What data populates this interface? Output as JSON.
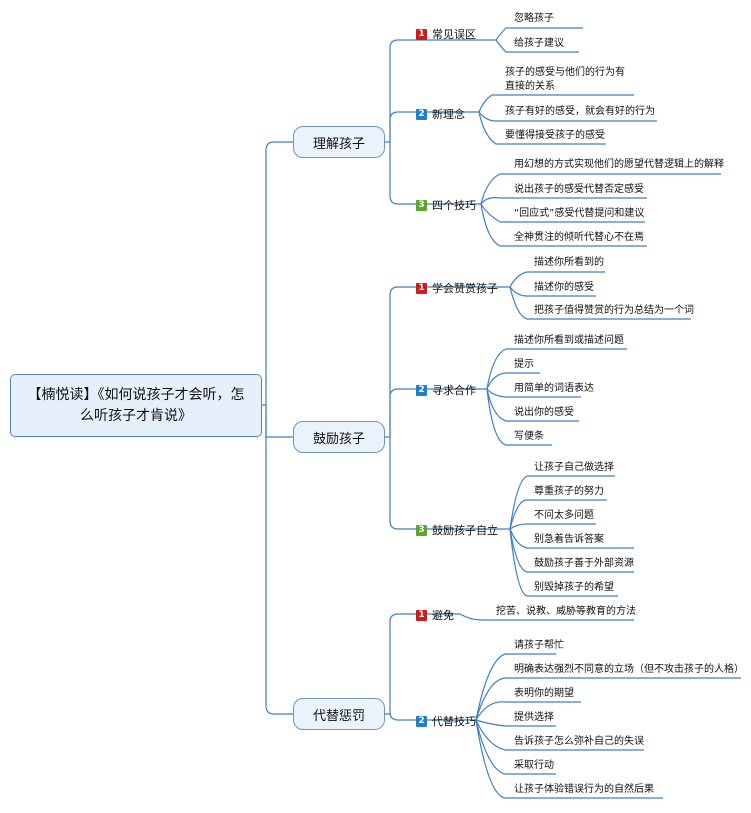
{
  "root": {
    "title": "【楠悦读】《如何说孩子才会听，怎么听孩子才肯说》"
  },
  "branches": [
    {
      "label": "理解孩子",
      "subs": [
        {
          "num": "1",
          "color": "#cc1d1d",
          "label": "常见误区",
          "leaves": [
            "忽略孩子",
            "给孩子建议"
          ]
        },
        {
          "num": "2",
          "color": "#1e7fd0",
          "label": "新理念",
          "leaves": [
            "孩子的感受与他们的行为有直接的关系",
            "孩子有好的感受，就会有好的行为",
            "要懂得接受孩子的感受"
          ]
        },
        {
          "num": "3",
          "color": "#58a82c",
          "label": "四个技巧",
          "leaves": [
            "用幻想的方式实现他们的愿望代替逻辑上的解释",
            "说出孩子的感受代替否定感受",
            "“回应式”感受代替提问和建议",
            "全神贯注的倾听代替心不在焉"
          ]
        }
      ]
    },
    {
      "label": "鼓励孩子",
      "subs": [
        {
          "num": "1",
          "color": "#cc1d1d",
          "label": "学会赞赏孩子",
          "leaves": [
            "描述你所看到的",
            "描述你的感受",
            "把孩子值得赞赏的行为总结为一个词"
          ]
        },
        {
          "num": "2",
          "color": "#1e7fd0",
          "label": "寻求合作",
          "leaves": [
            "描述你所看到或描述问题",
            "提示",
            "用简单的词语表达",
            "说出你的感受",
            "写便条"
          ]
        },
        {
          "num": "3",
          "color": "#58a82c",
          "label": "鼓励孩子自立",
          "leaves": [
            "让孩子自己做选择",
            "尊重孩子的努力",
            "不问太多问题",
            "别急着告诉答案",
            "鼓励孩子善于外部资源",
            "别毁掉孩子的希望"
          ]
        }
      ]
    },
    {
      "label": "代替惩罚",
      "subs": [
        {
          "num": "1",
          "color": "#cc1d1d",
          "label": "避免",
          "leaves": [
            "挖苦、说教、威胁等教育的方法"
          ]
        },
        {
          "num": "2",
          "color": "#1e7fd0",
          "label": "代替技巧",
          "leaves": [
            "请孩子帮忙",
            "明确表达强烈不同意的立场（但不攻击孩子的人格）",
            "表明你的期望",
            "提供选择",
            "告诉孩子怎么弥补自己的失误",
            "采取行动",
            "让孩子体验错误行为的自然后果"
          ]
        }
      ]
    }
  ]
}
